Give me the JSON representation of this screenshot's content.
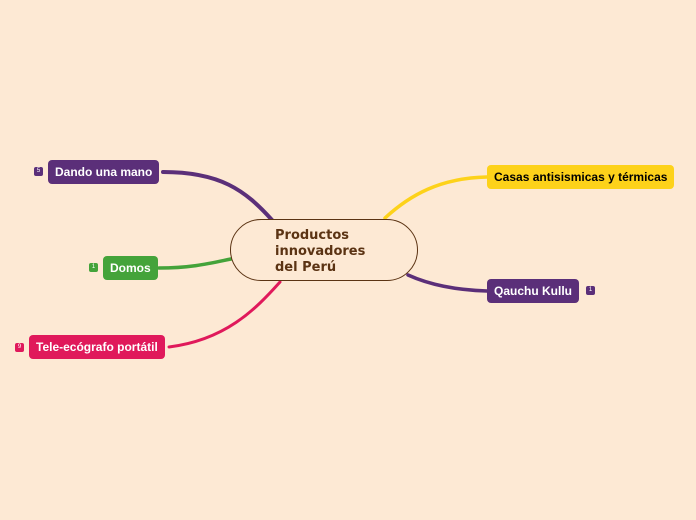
{
  "colors": {
    "background": "#fde9d4",
    "central_border": "#5b3313",
    "purple": "#5b2f79",
    "green": "#44a33a",
    "pink": "#e0195b",
    "yellow": "#fdd21a"
  },
  "central": {
    "lines": [
      "Productos",
      "innovadores",
      "del Perú"
    ]
  },
  "branches": [
    {
      "id": "dando",
      "label": "Dando una mano",
      "badge": "5",
      "color": "purple"
    },
    {
      "id": "domos",
      "label": "Domos",
      "badge": "1",
      "color": "green"
    },
    {
      "id": "tele",
      "label": "Tele-ecógrafo portátil",
      "badge": "9",
      "color": "pink"
    },
    {
      "id": "casas",
      "label": "Casas antisismicas y térmicas",
      "color": "yellow"
    },
    {
      "id": "qauchu",
      "label": "Qauchu Kullu",
      "badge": "1",
      "color": "purple"
    }
  ]
}
